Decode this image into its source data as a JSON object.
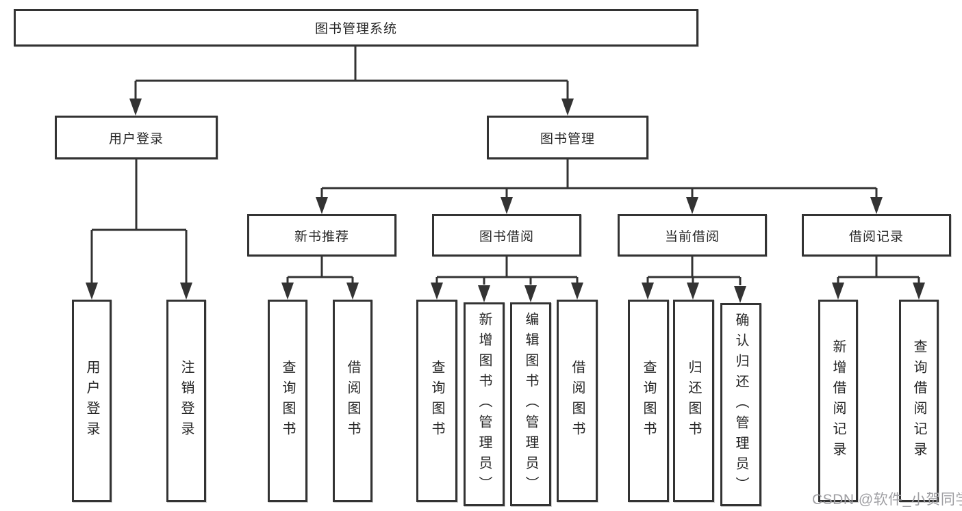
{
  "diagram": {
    "root": "图书管理系统",
    "level2": [
      "用户登录",
      "图书管理"
    ],
    "level3": [
      "新书推荐",
      "图书借阅",
      "当前借阅",
      "借阅记录"
    ],
    "leaves": {
      "user_login": [
        "用户登录",
        "注销登录"
      ],
      "new_books": [
        "查询图书",
        "借阅图书"
      ],
      "book_borrow": [
        "查询图书",
        "新增图书（管理员）",
        "编辑图书（管理员）",
        "借阅图书"
      ],
      "current_borrow": [
        "查询图书",
        "归还图书",
        "确认归还（管理员）"
      ],
      "borrow_records": [
        "新增借阅记录",
        "查询借阅记录"
      ]
    }
  },
  "watermark": {
    "text": "CSDN @软件_小贺同学"
  },
  "colors": {
    "line": "#333333",
    "box_border": "#333333",
    "text": "#262626",
    "watermark": "#9f9fa3",
    "background": "#ffffff"
  }
}
